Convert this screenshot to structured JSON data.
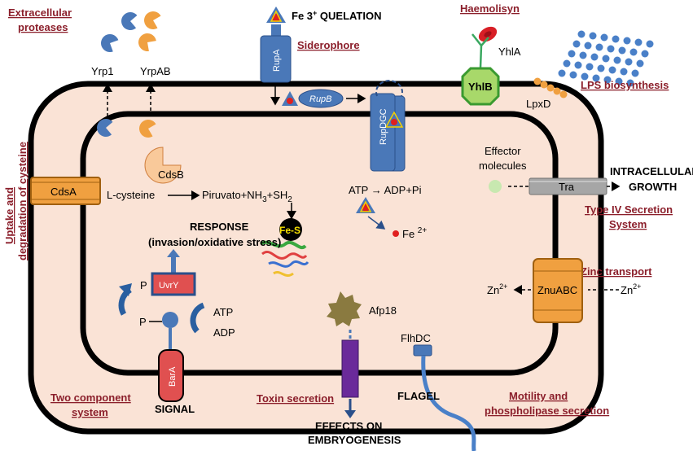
{
  "labels": {
    "extracellular_proteases_1": "Extracellular",
    "extracellular_proteases_2": "proteases",
    "yrp1": "Yrp1",
    "yrpab": "YrpAB",
    "fe_quelation_main": "Fe 3",
    "fe_quelation_sup": "+",
    "fe_quelation_rest": " QUELATION",
    "siderophore": "Siderophore",
    "rupa": "RupA",
    "rupb": "RupB",
    "rupdgc": "RupDGC",
    "haemolisyn": "Haemolisyn",
    "yhla": "YhlA",
    "yhlb": "YhlB",
    "lps_biosynthesis": "LPS biosynthesis",
    "lpxd": "LpxD",
    "uptake_1": "Uptake  and",
    "uptake_2": "degradation of cysteine",
    "cdsa": "CdsA",
    "cdsb": "CdsB",
    "lcysteine": "L-cysteine",
    "piruvato": "Piruvato+NH",
    "nh3_sub": "3",
    "sh_plus": "+SH",
    "sh2_sub": "2",
    "fes": "Fe-S",
    "atp_adp_pi": "ATP → ADP+Pi",
    "fe2_main": "Fe ",
    "fe2_sup": "2+",
    "effector_1": "Effector",
    "effector_2": "molecules",
    "tra": "Tra",
    "intracellular_1": "INTRACELLULAR",
    "intracellular_2": "GROWTH",
    "type4_1": "Type IV Secretion",
    "type4_2": "System",
    "response_1": "RESPONSE",
    "response_2": "(invasion/oxidative stress)",
    "uvry": "UvrY",
    "p1": "P",
    "p2": "P",
    "atp": "ATP",
    "adp": "ADP",
    "zinc_transport": "Zinc transport",
    "znuabc": "ZnuABC",
    "zn_in": "Zn",
    "zn_out": "Zn",
    "zn_sup": "2+",
    "afp18": "Afp18",
    "flhdc": "FlhDC",
    "bara": "BarA",
    "signal": "SIGNAL",
    "two_component_1": "Two component",
    "two_component_2": "system",
    "toxin_secretion": "Toxin secretion",
    "effects_1": "EFFECTS  ON",
    "effects_2": "EMBRYOGENESIS",
    "flagel": "FLAGEL",
    "motility_1": "Motility and",
    "motility_2": "phospholipase  secretion"
  },
  "colors": {
    "label_red": "#8b1f2b",
    "protein_blue": "#4a78b8",
    "protein_orange": "#f0a040",
    "cell_fill": "#fae3d6",
    "yhlb_green": "#a8d86a",
    "uvry_red": "#e05050",
    "toxin_purple": "#6a2a9a"
  }
}
